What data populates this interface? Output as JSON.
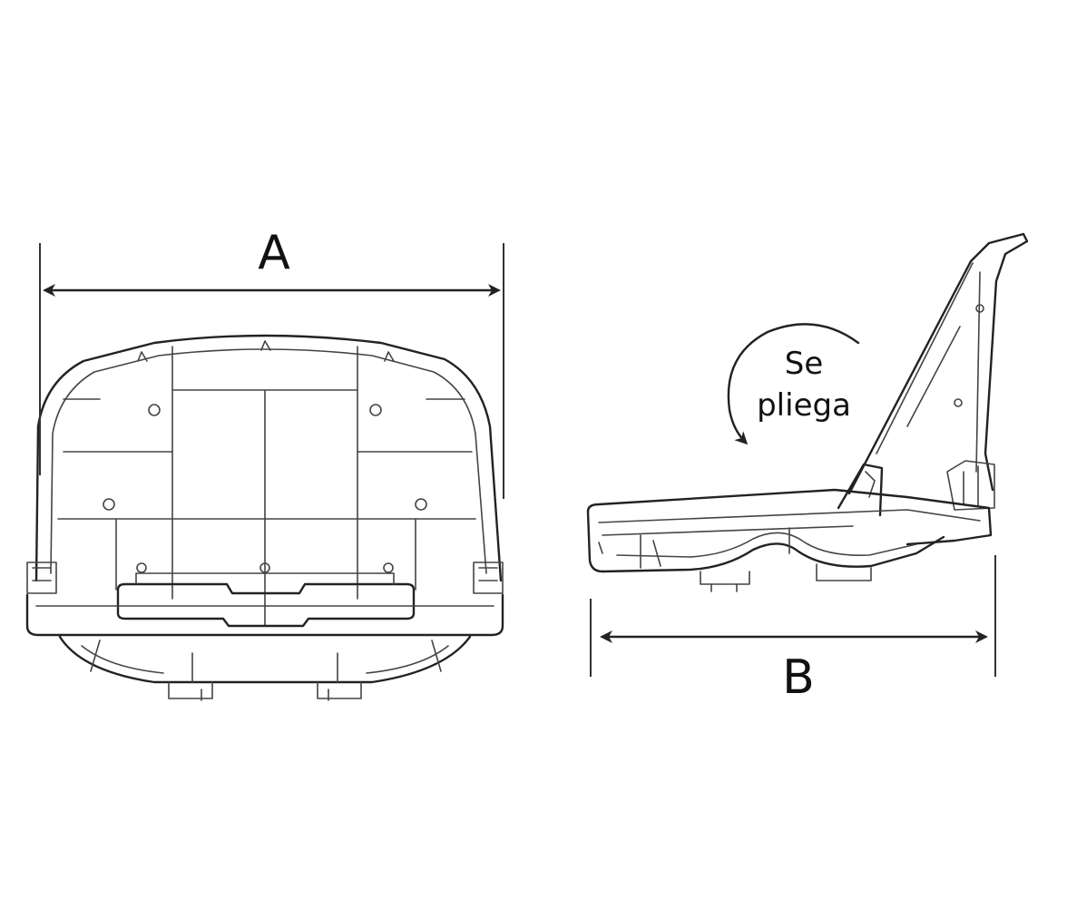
{
  "labels": {
    "dimension_a": "A",
    "dimension_b": "B",
    "fold_line1": "Se",
    "fold_line2": "pliega"
  },
  "colors": {
    "line": "#222222",
    "background": "#ffffff"
  }
}
